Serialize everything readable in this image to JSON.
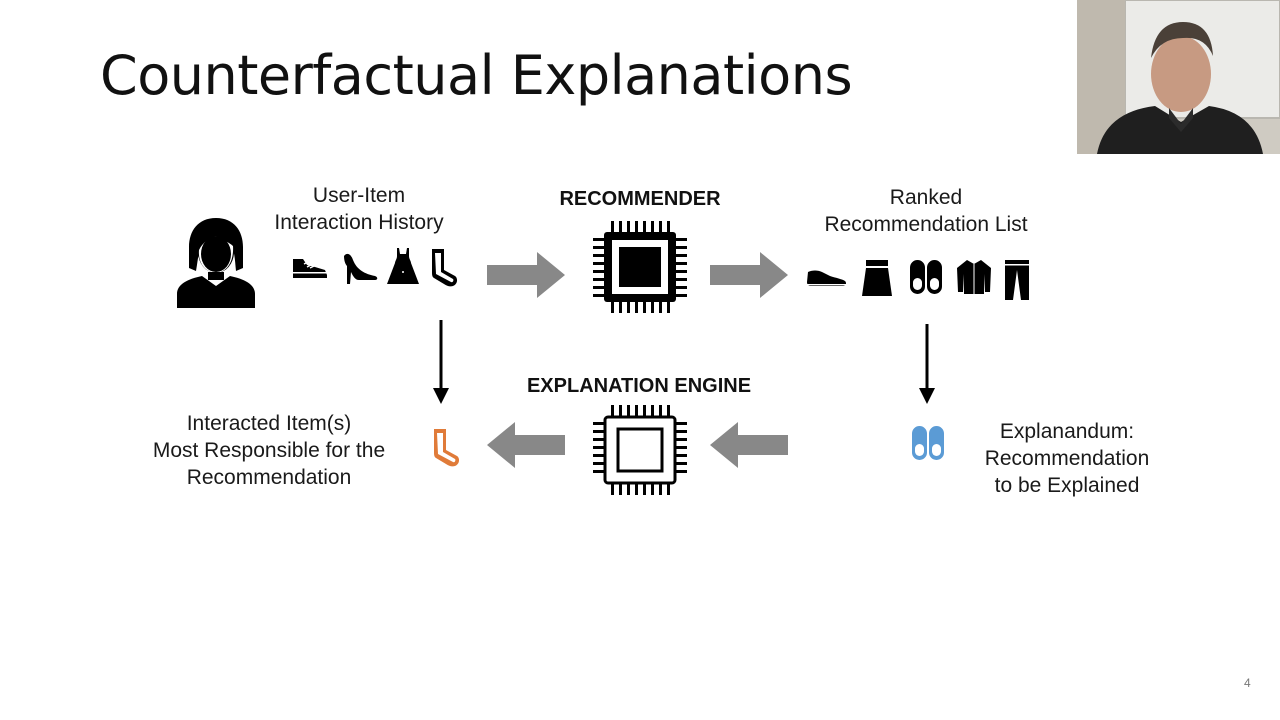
{
  "slide": {
    "title": "Counterfactual Explanations",
    "page_number": "4"
  },
  "diagram": {
    "history_label": [
      "User-Item",
      "Interaction History"
    ],
    "recommender_label": "RECOMMENDER",
    "ranked_label": [
      "Ranked",
      "Recommendation List"
    ],
    "engine_label": "EXPLANATION ENGINE",
    "interacted_label": [
      "Interacted Item(s)",
      "Most Responsible for the",
      "Recommendation"
    ],
    "explanandum_label": [
      "Explanandum:",
      "Recommendation",
      "to be Explained"
    ]
  },
  "colors": {
    "arrow_gray": "#888888",
    "highlight_orange": "#e07b39",
    "highlight_blue": "#5b9bd5"
  },
  "icons": {
    "history_items": [
      "sneaker-icon",
      "high-heel-icon",
      "dress-icon",
      "sock-icon"
    ],
    "ranked_items": [
      "shoe-icon",
      "skirt-icon",
      "slippers-icon",
      "shirt-icon",
      "trousers-icon"
    ],
    "explained_item": "slippers-icon",
    "responsible_item": "sock-icon"
  }
}
